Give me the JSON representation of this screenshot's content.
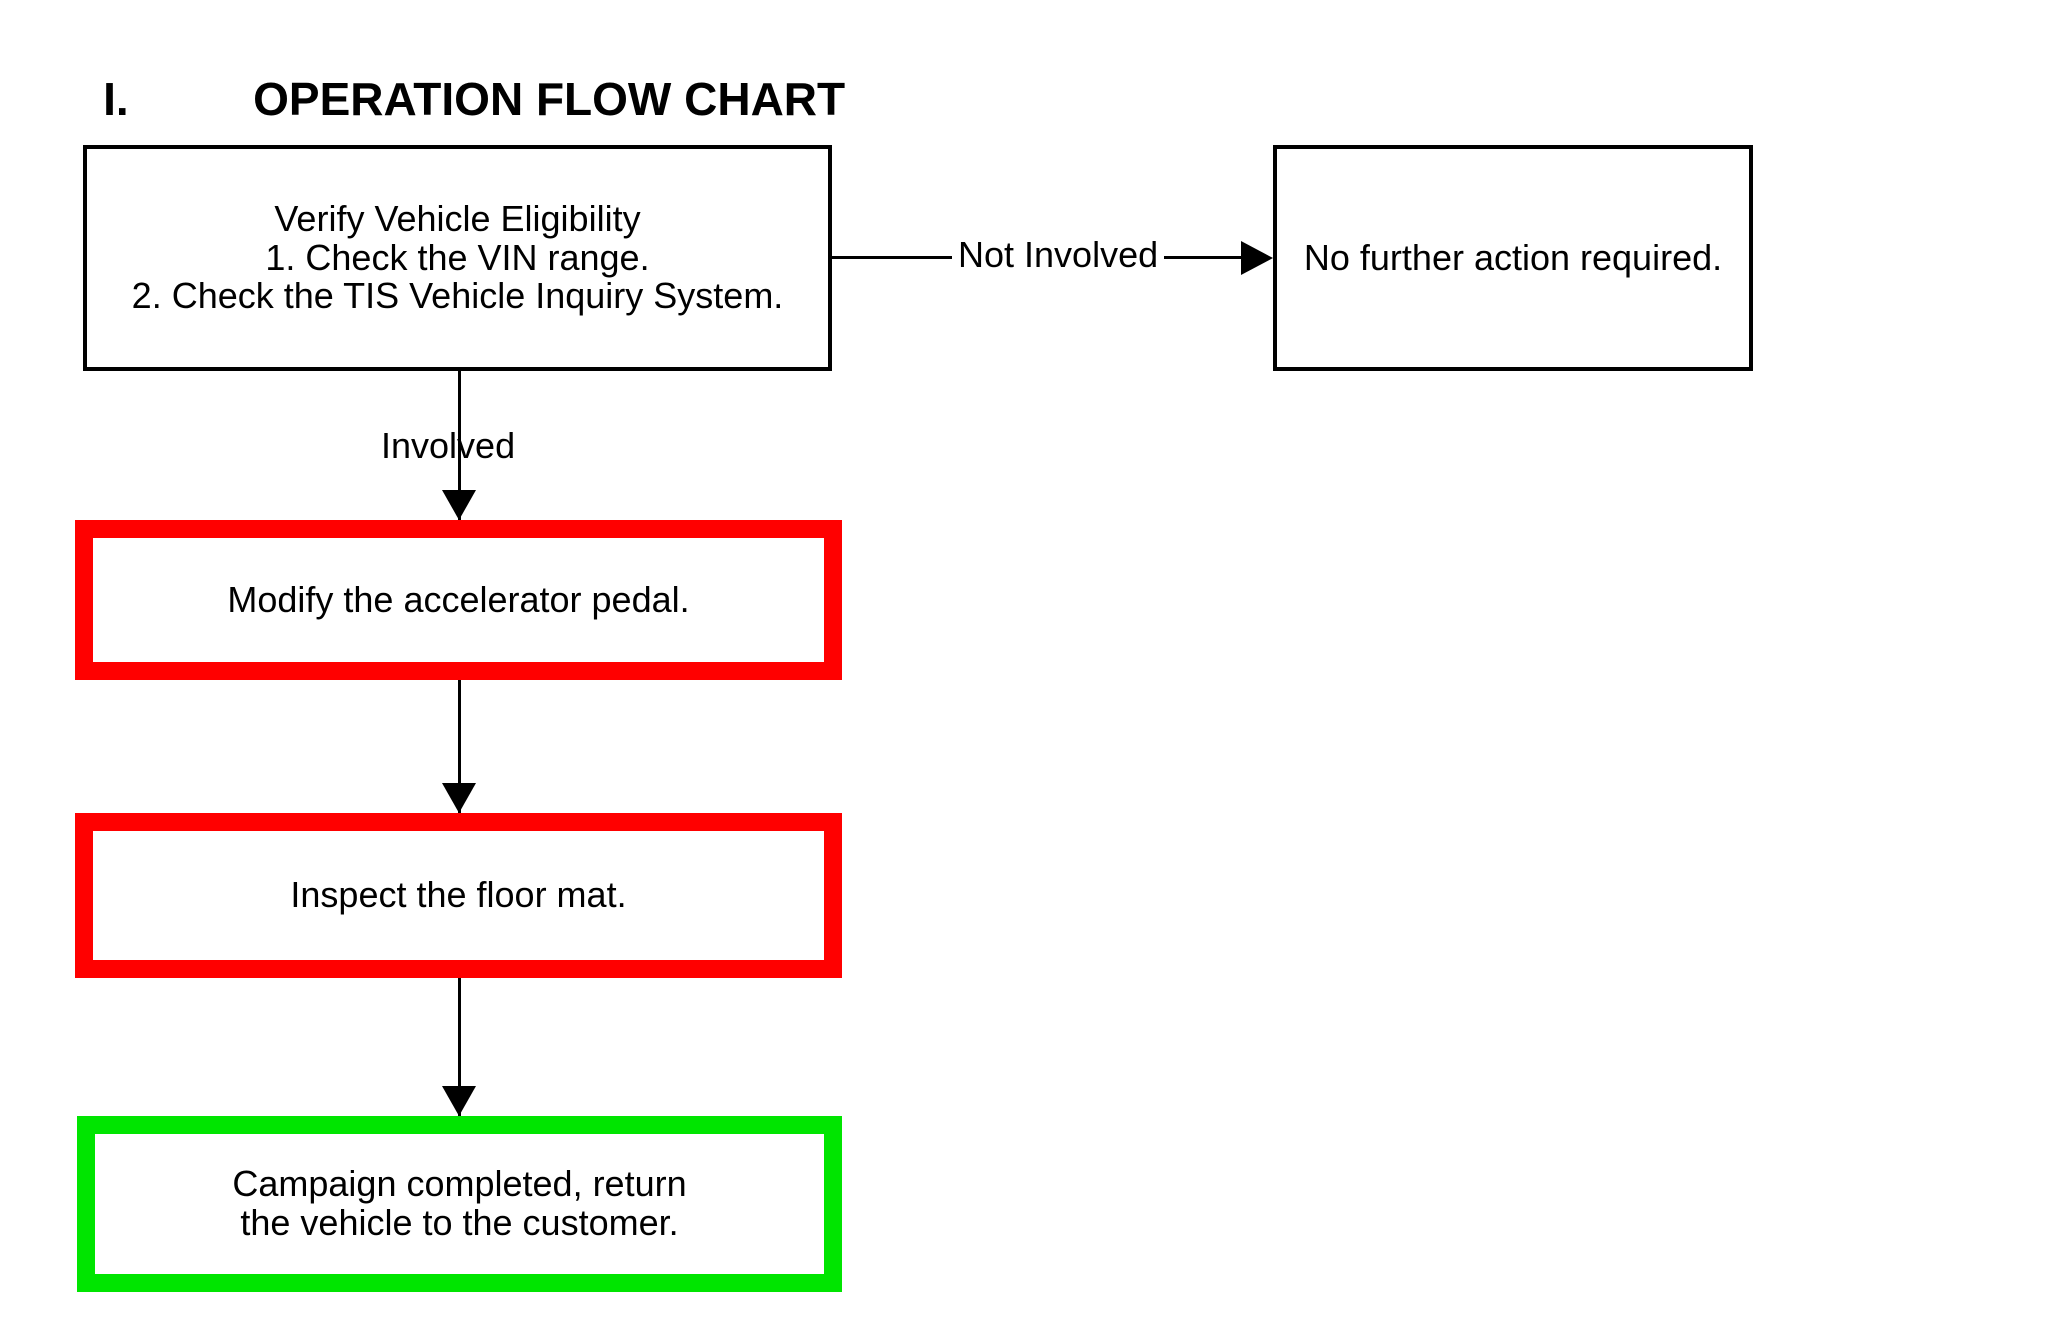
{
  "document": {
    "title_number": "I.",
    "title_text": "OPERATION FLOW CHART"
  },
  "flowchart": {
    "type": "flowchart",
    "nodes": [
      {
        "id": "verify",
        "label": "Verify Vehicle Eligibility\n1. Check the VIN range.\n2. Check the TIS Vehicle Inquiry System.",
        "border_color": "#000000",
        "fill_color": "#ffffff"
      },
      {
        "id": "no-action",
        "label": "No further action required.",
        "border_color": "#000000",
        "fill_color": "#ffffff"
      },
      {
        "id": "modify-pedal",
        "label": "Modify the accelerator pedal.",
        "border_color": "#ff0000",
        "fill_color": "#ffffff"
      },
      {
        "id": "inspect-mat",
        "label": "Inspect the floor mat.",
        "border_color": "#ff0000",
        "fill_color": "#ffffff"
      },
      {
        "id": "completed",
        "label": "Campaign completed, return\nthe vehicle to the customer.",
        "border_color": "#00e500",
        "fill_color": "#ffffff"
      }
    ],
    "edges": [
      {
        "from": "verify",
        "to": "no-action",
        "label": "Not Involved",
        "direction": "right"
      },
      {
        "from": "verify",
        "to": "modify-pedal",
        "label": "Involved",
        "direction": "down"
      },
      {
        "from": "modify-pedal",
        "to": "inspect-mat",
        "label": "",
        "direction": "down"
      },
      {
        "from": "inspect-mat",
        "to": "completed",
        "label": "",
        "direction": "down"
      }
    ]
  }
}
